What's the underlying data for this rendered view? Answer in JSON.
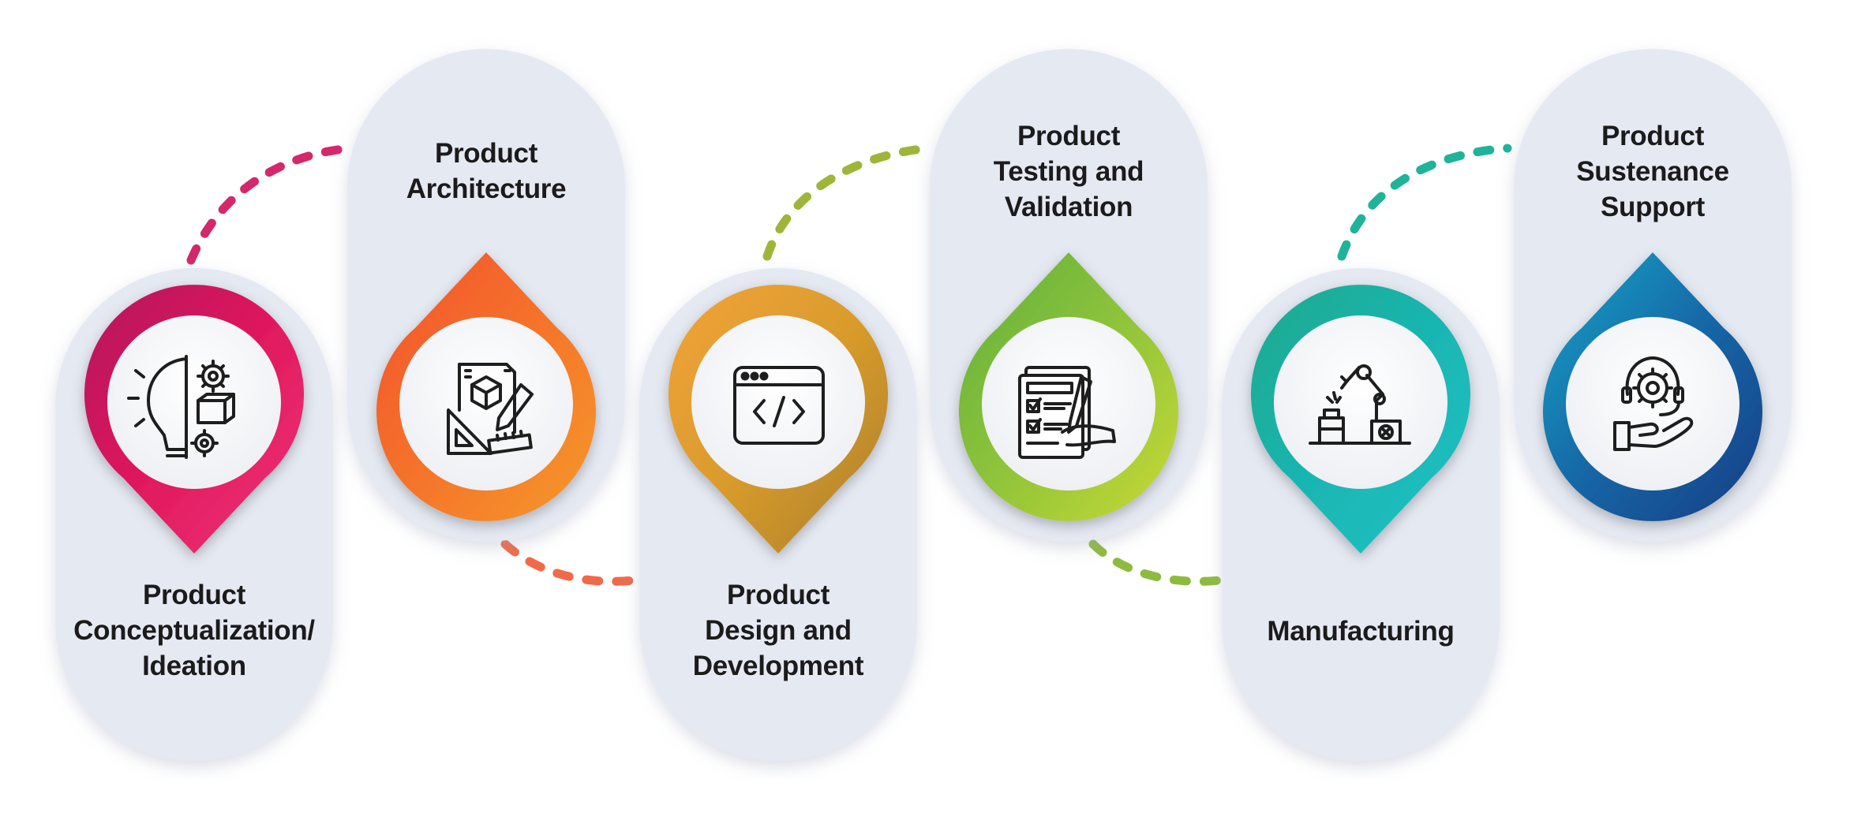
{
  "stages": [
    {
      "id": "ideation",
      "lines": [
        "Product",
        "Conceptualization/",
        "Ideation"
      ],
      "icon": "ideation-gear-bulb-icon",
      "colors": [
        "#b3125d",
        "#e0195d",
        "#f0357a"
      ]
    },
    {
      "id": "architecture",
      "lines": [
        "Product",
        "Architecture"
      ],
      "icon": "blueprint-tools-icon",
      "colors": [
        "#f2522d",
        "#f5732c",
        "#f59a2a"
      ]
    },
    {
      "id": "design",
      "lines": [
        "Product",
        "Design and",
        "Development"
      ],
      "icon": "code-window-icon",
      "colors": [
        "#a97f2d",
        "#d99b2c",
        "#f2a33a"
      ]
    },
    {
      "id": "testing",
      "lines": [
        "Product",
        "Testing and",
        "Validation"
      ],
      "icon": "checklist-icon",
      "colors": [
        "#5fae3c",
        "#8fc43a",
        "#c8d935"
      ]
    },
    {
      "id": "manufacturing",
      "lines": [
        "Manufacturing"
      ],
      "icon": "robot-arm-icon",
      "colors": [
        "#1ba98c",
        "#19b6b2",
        "#22c2c6"
      ]
    },
    {
      "id": "sustenance",
      "lines": [
        "Product",
        "Sustenance",
        "Support"
      ],
      "icon": "support-hand-gear-icon",
      "colors": [
        "#123f86",
        "#1467a6",
        "#18a6c8"
      ]
    }
  ],
  "connector_colors": {
    "pink": "#d4286a",
    "orange": "#f06a4a",
    "olive": "#9fb53a",
    "green": "#8dbb3e",
    "teal": "#1fb39a"
  },
  "pill_color": "#e5e9f2"
}
